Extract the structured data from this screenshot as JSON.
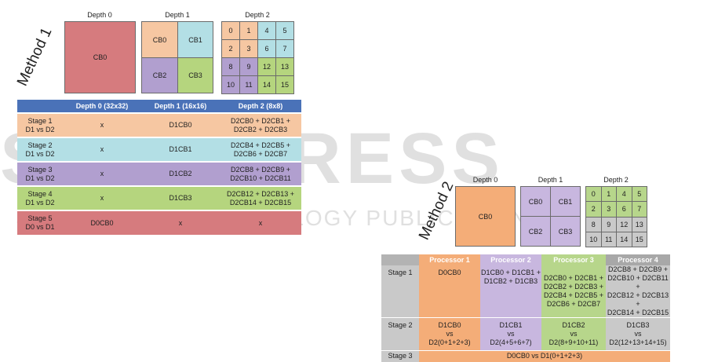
{
  "watermark": {
    "main": "SCITEPRESS",
    "sub": "SCIENCE AND TECHNOLOGY PUBLICATIONS"
  },
  "colors": {
    "red": "#d67b7e",
    "orange": "#f6c7a2",
    "cyan": "#b3dfe5",
    "purple": "#b19fcf",
    "green": "#b5d57e",
    "gray": "#c9c9c9",
    "header_blue": "#4a72b8",
    "orange2": "#f4ad78",
    "lavender": "#c8b7df",
    "green2": "#b7d68b"
  },
  "method1": {
    "title": "Method 1",
    "depth_labels": [
      "Depth 0",
      "Depth 1",
      "Depth 2"
    ],
    "d0": "CB0",
    "d1": [
      "CB0",
      "CB1",
      "CB2",
      "CB3"
    ],
    "d2": [
      "0",
      "1",
      "4",
      "5",
      "2",
      "3",
      "6",
      "7",
      "8",
      "9",
      "12",
      "13",
      "10",
      "11",
      "14",
      "15"
    ],
    "table": {
      "headers": [
        "",
        "Depth 0 (32x32)",
        "Depth 1 (16x16)",
        "Depth 2 (8x8)"
      ],
      "rows": [
        {
          "stage": "Stage 1",
          "cmp": "D1 vs D2",
          "d0": "x",
          "d1": "D1CB0",
          "d2a": "D2CB0 + D2CB1 +",
          "d2b": "D2CB2 + D2CB3"
        },
        {
          "stage": "Stage 2",
          "cmp": "D1 vs D2",
          "d0": "x",
          "d1": "D1CB1",
          "d2a": "D2CB4 + D2CB5 +",
          "d2b": "D2CB6 + D2CB7"
        },
        {
          "stage": "Stage 3",
          "cmp": "D1 vs D2",
          "d0": "x",
          "d1": "D1CB2",
          "d2a": "D2CB8 + D2CB9 +",
          "d2b": "D2CB10 + D2CB11"
        },
        {
          "stage": "Stage 4",
          "cmp": "D1 vs D2",
          "d0": "x",
          "d1": "D1CB3",
          "d2a": "D2CB12 + D2CB13 +",
          "d2b": "D2CB14 + D2CB15"
        },
        {
          "stage": "Stage 5",
          "cmp": "D0 vs D1",
          "d0": "D0CB0",
          "d1": "x",
          "d2a": "x",
          "d2b": ""
        }
      ]
    }
  },
  "method2": {
    "title": "Method 2",
    "depth_labels": [
      "Depth 0",
      "Depth 1",
      "Depth 2"
    ],
    "d0": "CB0",
    "d1": [
      "CB0",
      "CB1",
      "CB2",
      "CB3"
    ],
    "d2": [
      "0",
      "1",
      "4",
      "5",
      "2",
      "3",
      "6",
      "7",
      "8",
      "9",
      "12",
      "13",
      "10",
      "11",
      "14",
      "15"
    ],
    "table": {
      "headers": [
        "",
        "Processor 1",
        "Processor 2",
        "Processor 3",
        "Processor 4"
      ],
      "stage1": {
        "label": "Stage 1",
        "p1": "D0CB0",
        "p2": [
          "D1CB0 + D1CB1 +",
          "D1CB2 + D1CB3"
        ],
        "p3": [
          "D2CB0 + D2CB1 +",
          "D2CB2 + D2CB3 +",
          "D2CB4 + D2CB5 +",
          "D2CB6 + D2CB7"
        ],
        "p4": [
          "D2CB8 + D2CB9 +",
          "D2CB10 + D2CB11 +",
          "D2CB12 + D2CB13 +",
          "D2CB14 + D2CB15"
        ]
      },
      "stage2": {
        "label": "Stage 2",
        "p1": [
          "D1CB0",
          "vs",
          "D2(0+1+2+3)"
        ],
        "p2": [
          "D1CB1",
          "vs",
          "D2(4+5+6+7)"
        ],
        "p3": [
          "D1CB2",
          "vs",
          "D2(8+9+10+11)"
        ],
        "p4": [
          "D1CB3",
          "vs",
          "D2(12+13+14+15)"
        ]
      },
      "stage3": {
        "label": "Stage 3",
        "text": "D0CB0 vs D1(0+1+2+3)"
      }
    }
  }
}
